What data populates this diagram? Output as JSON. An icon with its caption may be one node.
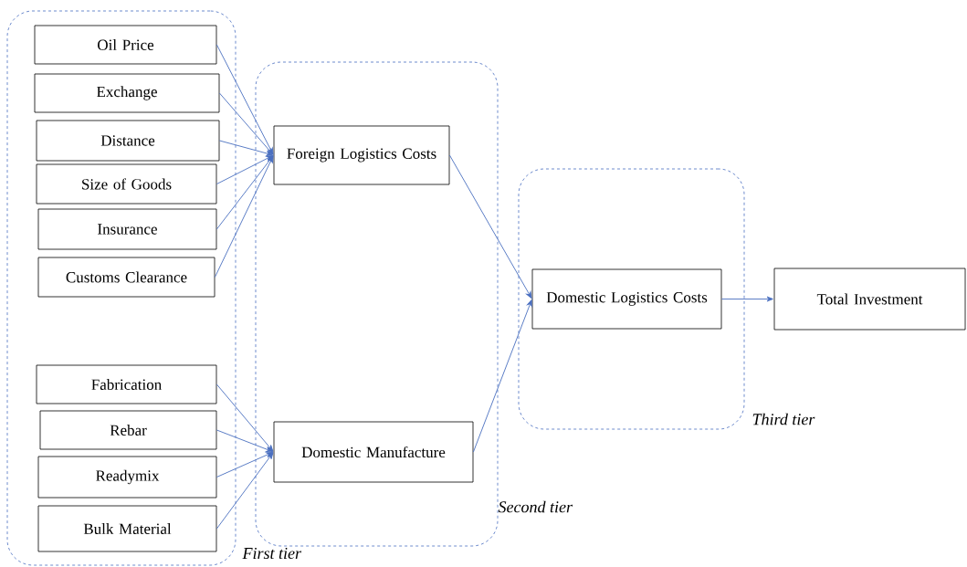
{
  "diagram": {
    "nodes": [
      {
        "text": [
          "First tier"
        ]
      },
      {
        "text": [
          "Oil Price"
        ],
        "in": 0
      },
      {
        "text": [
          "Exchange"
        ],
        "in": 0
      },
      {
        "text": [
          "Distance"
        ],
        "in": 0
      },
      {
        "text": [
          "Size of Goods"
        ],
        "in": 0
      },
      {
        "text": [
          "Insurance"
        ],
        "in": 0
      },
      {
        "text": [
          "Customs Clearance"
        ],
        "in": 0
      },
      {
        "text": [
          "Fabrication"
        ],
        "in": 0
      },
      {
        "text": [
          "Rebar"
        ],
        "in": 0
      },
      {
        "text": [
          "Readymix"
        ],
        "in": 0
      },
      {
        "text": [
          "Bulk Material"
        ],
        "in": 0
      },
      {
        "text": [
          "Second tier"
        ]
      },
      {
        "text": [
          "Foreign Logistics Costs"
        ],
        "in": 11
      },
      {
        "text": [
          "Domestic Manufacture"
        ],
        "in": 11
      },
      {
        "text": [
          "Third tier"
        ]
      },
      {
        "text": [
          "Domestic Logistics Costs"
        ],
        "in": 14
      },
      {
        "text": [
          "Total Investment"
        ]
      }
    ],
    "edges": [
      {
        "from": 1,
        "to": 12,
        "arrow": "to"
      },
      {
        "from": 2,
        "to": 12,
        "arrow": "to"
      },
      {
        "from": 3,
        "to": 12,
        "arrow": "to"
      },
      {
        "from": 4,
        "to": 12,
        "arrow": "to"
      },
      {
        "from": 5,
        "to": 12,
        "arrow": "to"
      },
      {
        "from": 6,
        "to": 12,
        "arrow": "to"
      },
      {
        "from": 7,
        "to": 13,
        "arrow": "to"
      },
      {
        "from": 8,
        "to": 13,
        "arrow": "to"
      },
      {
        "from": 9,
        "to": 13,
        "arrow": "to"
      },
      {
        "from": 10,
        "to": 13,
        "arrow": "to"
      },
      {
        "from": 12,
        "to": 15,
        "arrow": "to"
      },
      {
        "from": 13,
        "to": 15,
        "arrow": "to"
      },
      {
        "from": 15,
        "to": 16,
        "arrow": "to"
      }
    ]
  }
}
